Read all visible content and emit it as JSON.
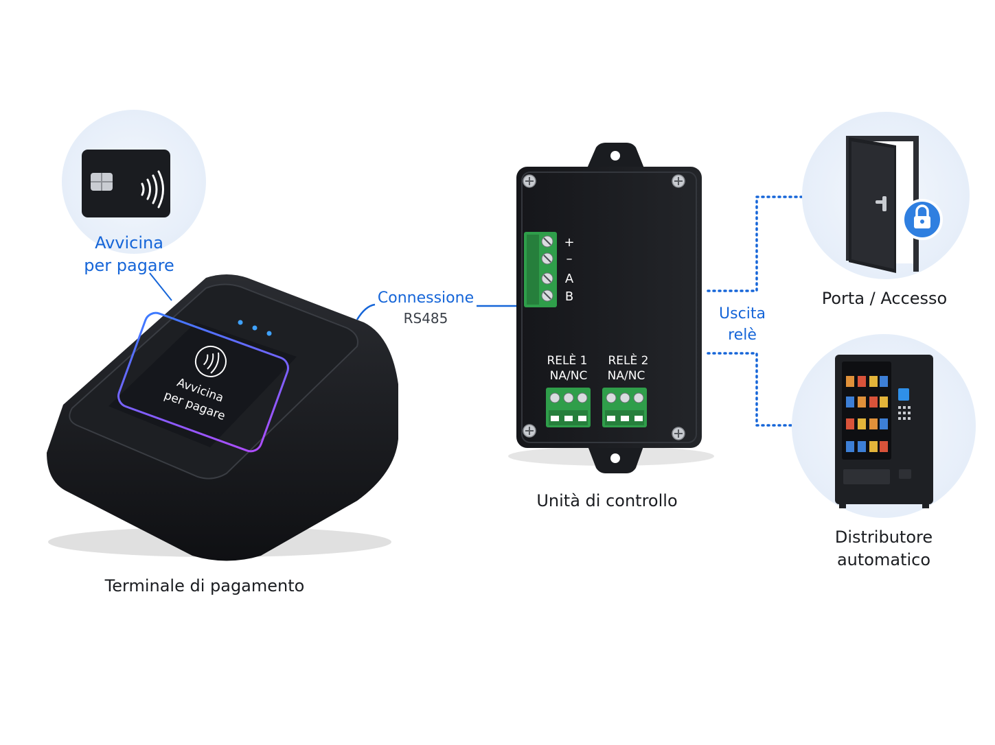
{
  "colors": {
    "accent": "#1565d8",
    "dark": "#1a1c20",
    "terminal_green": "#2f9e4a",
    "bubble": "#e9f1fb",
    "lock": "#2f7fe0"
  },
  "card_bubble": {
    "icon": "contactless-card-icon",
    "line1": "Avvicina",
    "line2": "per pagare"
  },
  "terminal": {
    "screen_line1": "Avvicina",
    "screen_line2": "per pagare",
    "caption": "Terminale di pagamento"
  },
  "connection": {
    "title": "Connessione",
    "subtitle": "RS485"
  },
  "control_unit": {
    "terminals": [
      "+",
      "–",
      "A",
      "B"
    ],
    "relay1_name": "RELÈ 1",
    "relay1_mode": "NA/NC",
    "relay2_name": "RELÈ 2",
    "relay2_mode": "NA/NC",
    "caption": "Unità di controllo"
  },
  "relay_output": {
    "line1": "Uscita",
    "line2": "relè"
  },
  "door": {
    "icon": "door-lock-icon",
    "caption": "Porta / Accesso"
  },
  "vending": {
    "icon": "vending-machine-icon",
    "line1": "Distributore",
    "line2": "automatico"
  }
}
